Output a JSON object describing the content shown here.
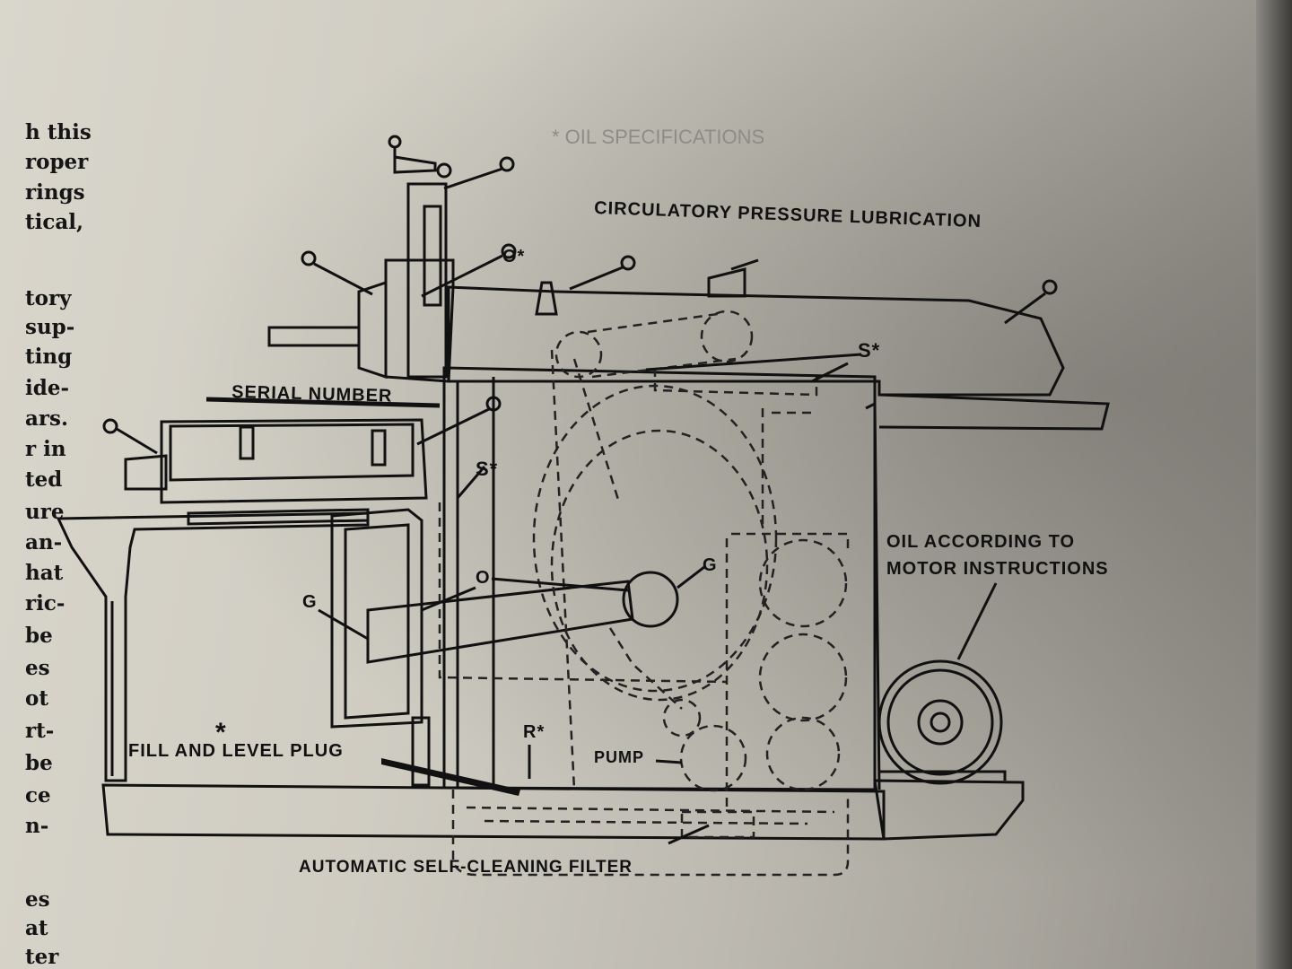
{
  "labels": {
    "circulatory": "CIRCULATORY PRESSURE LUBRICATION",
    "serial": "SERIAL NUMBER",
    "oil_motor_1": "OIL ACCORDING TO",
    "oil_motor_2": "MOTOR INSTRUCTIONS",
    "fill_level": "FILL AND LEVEL PLUG",
    "pump": "PUMP",
    "filter": "AUTOMATIC SELF-CLEANING FILTER",
    "marker_o": "O",
    "marker_o_star": "O*",
    "marker_s_star": "S*",
    "marker_g": "G",
    "marker_r_star": "R*",
    "fill_star": "*"
  },
  "left_column": [
    "h this",
    "roper",
    "rings",
    "tical,",
    "tory",
    "sup-",
    "ting",
    "ide-",
    "ars.",
    "r in",
    "ted",
    "ure",
    "an-",
    "hat",
    "ric-",
    "be",
    "es",
    "ot",
    "rt-",
    "be",
    "ce",
    "n-",
    "es",
    "at",
    "ter"
  ],
  "faded_heading": "* OIL SPECIFICATIONS"
}
